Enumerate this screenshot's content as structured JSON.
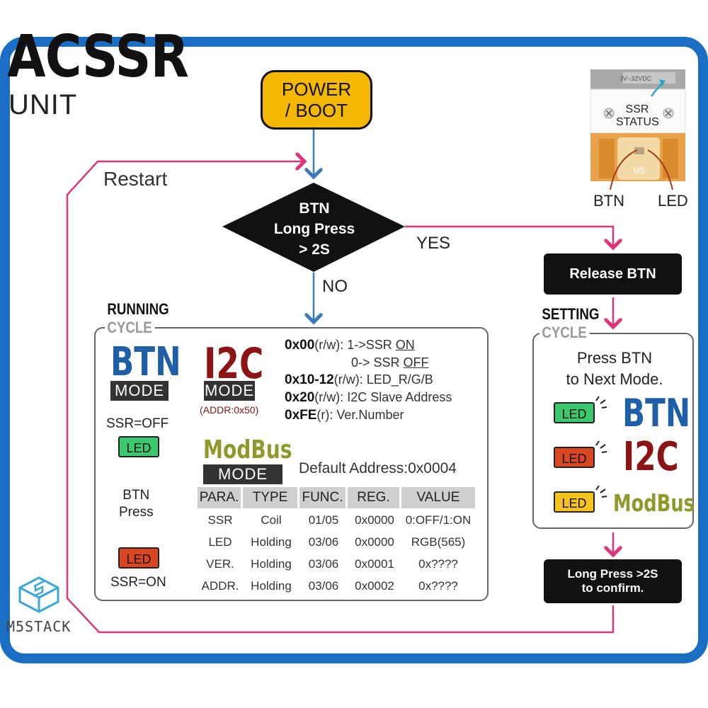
{
  "header": {
    "title": "ACSSR",
    "subtitle": "UNIT"
  },
  "flow": {
    "start": "POWER\n/ BOOT",
    "decision": "BTN\nLong Press\n> 2S",
    "yes_label": "YES",
    "no_label": "NO",
    "restart_label": "Restart",
    "release_btn": "Release BTN",
    "confirm": "Long Press >2S\nto confirm."
  },
  "device": {
    "power_label": "3V~32VDC",
    "status_label": "SSR\nSTATUS",
    "brand": "M5",
    "btn_label": "BTN",
    "led_label": "LED"
  },
  "running": {
    "heading": "RUNNING",
    "sub": "CYCLE",
    "btn_mode": {
      "word": "BTN",
      "mode": "MODE",
      "ssr_off": "SSR=OFF",
      "led": "LED",
      "press": "BTN\nPress",
      "ssr_on": "SSR=ON"
    },
    "i2c_mode": {
      "word": "I2C",
      "mode": "MODE",
      "addr": "(ADDR:0x50)",
      "registers": [
        {
          "addr": "0x00",
          "access": "(r/w)",
          "desc": ": 1->SSR ",
          "desc_u": "ON"
        },
        {
          "addr": "",
          "access": "",
          "desc": "0-> SSR ",
          "desc_u": "OFF"
        },
        {
          "addr": "0x10-12",
          "access": "(r/w)",
          "desc": ": LED_R/G/B",
          "desc_u": ""
        },
        {
          "addr": "0x20",
          "access": "(r/w)",
          "desc": ": I2C Slave Address",
          "desc_u": ""
        },
        {
          "addr": "0xFE",
          "access": "(r)",
          "desc": ": Ver.Number",
          "desc_u": ""
        }
      ]
    },
    "modbus_mode": {
      "word": "ModBus",
      "mode": "MODE",
      "default_address": "Default Address:0x0004",
      "columns": [
        "PARA.",
        "TYPE",
        "FUNC.",
        "REG.",
        "VALUE"
      ],
      "rows": [
        [
          "SSR",
          "Coil",
          "01/05",
          "0x0000",
          "0:OFF/1:ON"
        ],
        [
          "LED",
          "Holding",
          "03/06",
          "0x0000",
          "RGB(565)"
        ],
        [
          "VER.",
          "Holding",
          "03/06",
          "0x0001",
          "0x????"
        ],
        [
          "ADDR.",
          "Holding",
          "03/06",
          "0x0002",
          "0x????"
        ]
      ]
    }
  },
  "setting": {
    "heading": "SETTING",
    "sub": "CYCLE",
    "instruction": "Press BTN\nto Next Mode.",
    "modes": [
      {
        "led": "LED",
        "led_color": "green",
        "name": "BTN",
        "color": "#1e5fa8"
      },
      {
        "led": "LED",
        "led_color": "red",
        "name": "I2C",
        "color": "#8c1414"
      },
      {
        "led": "LED",
        "led_color": "yellow",
        "name": "ModBus",
        "color": "#8d9a2a"
      }
    ]
  },
  "footer": {
    "brand": "M5STACK"
  },
  "colors": {
    "frame": "#1a6fc4",
    "flow_blue": "#3a7bbf",
    "restart_pink": "#e0347a",
    "btn_blue": "#1e5fa8",
    "i2c_red": "#8c1414",
    "modbus_olive": "#8d9a2a",
    "power_yellow": "#f5b800"
  }
}
